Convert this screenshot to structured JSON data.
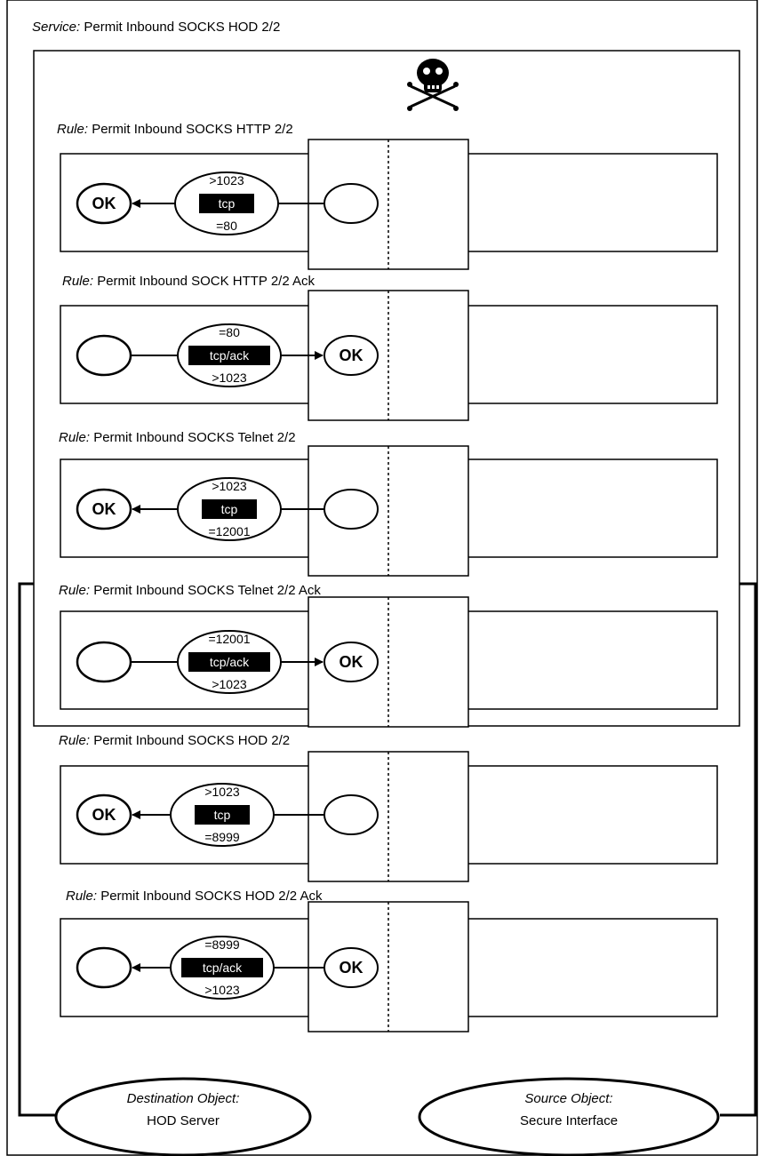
{
  "service": {
    "prefix": "Service:",
    "name": "Permit Inbound SOCKS HOD 2/2"
  },
  "rule_prefix": "Rule:",
  "ok_label": "OK",
  "skull_icon": "skull-crossbones-icon",
  "rules": [
    {
      "name": "Permit Inbound SOCKS HTTP 2/2",
      "top_port": ">1023",
      "protocol": "tcp",
      "bottom_port": "=80",
      "direction": "to-destination",
      "ok_side": "destination"
    },
    {
      "name": "Permit Inbound SOCK HTTP 2/2 Ack",
      "top_port": "=80",
      "protocol": "tcp/ack",
      "bottom_port": ">1023",
      "direction": "to-source",
      "ok_side": "source"
    },
    {
      "name": "Permit Inbound SOCKS Telnet 2/2",
      "top_port": ">1023",
      "protocol": "tcp",
      "bottom_port": "=12001",
      "direction": "to-destination",
      "ok_side": "destination"
    },
    {
      "name": "Permit Inbound SOCKS Telnet 2/2 Ack",
      "top_port": "=12001",
      "protocol": "tcp/ack",
      "bottom_port": ">1023",
      "direction": "to-source",
      "ok_side": "source"
    },
    {
      "name": "Permit Inbound SOCKS HOD 2/2",
      "top_port": ">1023",
      "protocol": "tcp",
      "bottom_port": "=8999",
      "direction": "to-destination",
      "ok_side": "destination"
    },
    {
      "name": "Permit Inbound SOCKS HOD 2/2 Ack",
      "top_port": "=8999",
      "protocol": "tcp/ack",
      "bottom_port": ">1023",
      "direction": "to-destination",
      "ok_side": "source"
    }
  ],
  "destination_object": {
    "prefix": "Destination Object:",
    "name": "HOD Server"
  },
  "source_object": {
    "prefix": "Source Object:",
    "name": "Secure Interface"
  }
}
